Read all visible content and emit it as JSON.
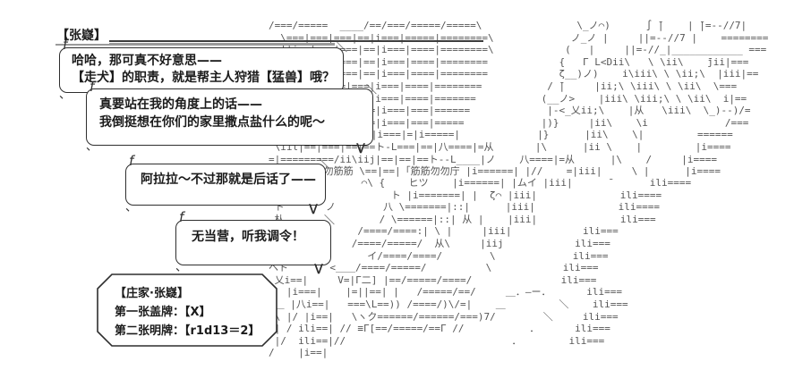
{
  "scene": {
    "character_label": "【张嶷】",
    "bubbles": [
      {
        "lines": [
          "哈哈，那可真不好意思——",
          "【走犬】的职责，就是帮主人狩猎【猛兽】哦？"
        ]
      },
      {
        "lines": [
          "真要站在我的角度上的话——",
          "我倒挺想在你们的家里撒点盐什么的呢～"
        ]
      },
      {
        "lines": [
          "阿拉拉～不过那就是后话了——"
        ]
      },
      {
        "lines": [
          "无当营，听我调令！"
        ]
      }
    ],
    "status_box": {
      "lines": [
        "【庄家·张嶷】",
        "第一张盖牌：【X】",
        "第二张明牌：【r1d13＝2】"
      ]
    },
    "bubble_decor": {
      "top_left": "f",
      "top_right": "＼",
      "bottom_left": "、",
      "tail": "Ｖ"
    },
    "colors": {
      "background": "#ffffff",
      "ink": "#1b1b1b",
      "bubble_border": "#2e2e2e",
      "ascii_art": "#555555",
      "underline_gray": "#9a9a9a"
    },
    "ascii_art": {
      "top": [
        "/===/=====  ____/==/===/=====/=====\\                \\_ノ⌒)      ∫ ̄|    | ̄|=--//7|",
        "  \\===|===|===|==|i===|=====|========\\             ノ_ノ |     ||=--//7 |    ========",
        "  ||i==|===|===|==|i===|====|========\\            (   |     ||=-//_|____________ ===",
        "  ||i==|===|===|==|i===|====|========            {   Γ L<Dii\\   \\ \\ii\\    ̄jii|===",
        "  ||i==|===|===|==|i===|====|========            ζ__)ノ)    i\\iii\\ \\ \\ii;\\  |iii|==",
        "  ||i==|==\\==|===|i===|====|========           / ̄|     |ii;\\ \\iii\\ \\ \\ii\\  \\===",
        "  ||\\==|===\\=|===|i===|====|=======           (__ノ>    |iii\\ \\iii;\\ \\ \\ii\\  i|==",
        "  ||/\\=|===|\\==|==|i===|===|======             |-<_乂ii;\\    |从   \\iii\\  \\_)--)/=",
        "  |/==\\|===|=\\=|==|i===|===|=====             |)}     |ii\\    \\i             /===",
        "  |==从=|==|八|===|i===|=|i=====|             |}      |ii\\    \\|         ======",
        " \\iil|==|===|==|==ト-L===|==|八====|=从       |\\      |ii \\    |         |i====",
        "=|=========/ii\\iij|==|==|==ト--L____|ノ    八====|=从      |\\    /     |i====",
        "ヽ＿＿＿ 勿勿筋筋 \\==|==|「筋筋勿勿庁 |i======| |//    =|iii|     \\ |      |i===="
      ],
      "bottom": [
        " 「 ヒツノ       ⌒\\ {    ヒツ    |i======| |ムイ |iii|      ̄       ili====",
        "乂＿乂＿              ト |i=======| |  ζ⌒ |iii|              ili====",
        " ト ̄      ノ        八 \\=======|::|      |iii|              ili====",
        " 朲                / \\======|::| 从 |    |iii|              ili===",
        "               /====/====:| \\ |     |iii|            ili===",
        "              /====/=====/  从\\     |iij            ili===",
        "⌒ー＿＿ノ         イ/====/====/        \\             ili===",
        "ヘト       <＿＿/====/=====/          \\            ili===",
        " 乂i==|     V=|Γ二] |==/=====/====/               ili===",
        ")  |i===|    |=||==| |   /=====/==/     ＿．—ー．      ili===",
        "(＿ |八i==|   ===\\L==)) /====/)\\/=|    ＿         ＼    ili===",
        " \\ |/ |i==|   \\ヽク======/======/===)7/        ＼     ili===",
        " | / ili==| // ≡Γ[==/=====/==Γ //           ．      ili===",
        " |/  ili==|//                            ．        ili===",
        "/    |i==|"
      ]
    }
  }
}
